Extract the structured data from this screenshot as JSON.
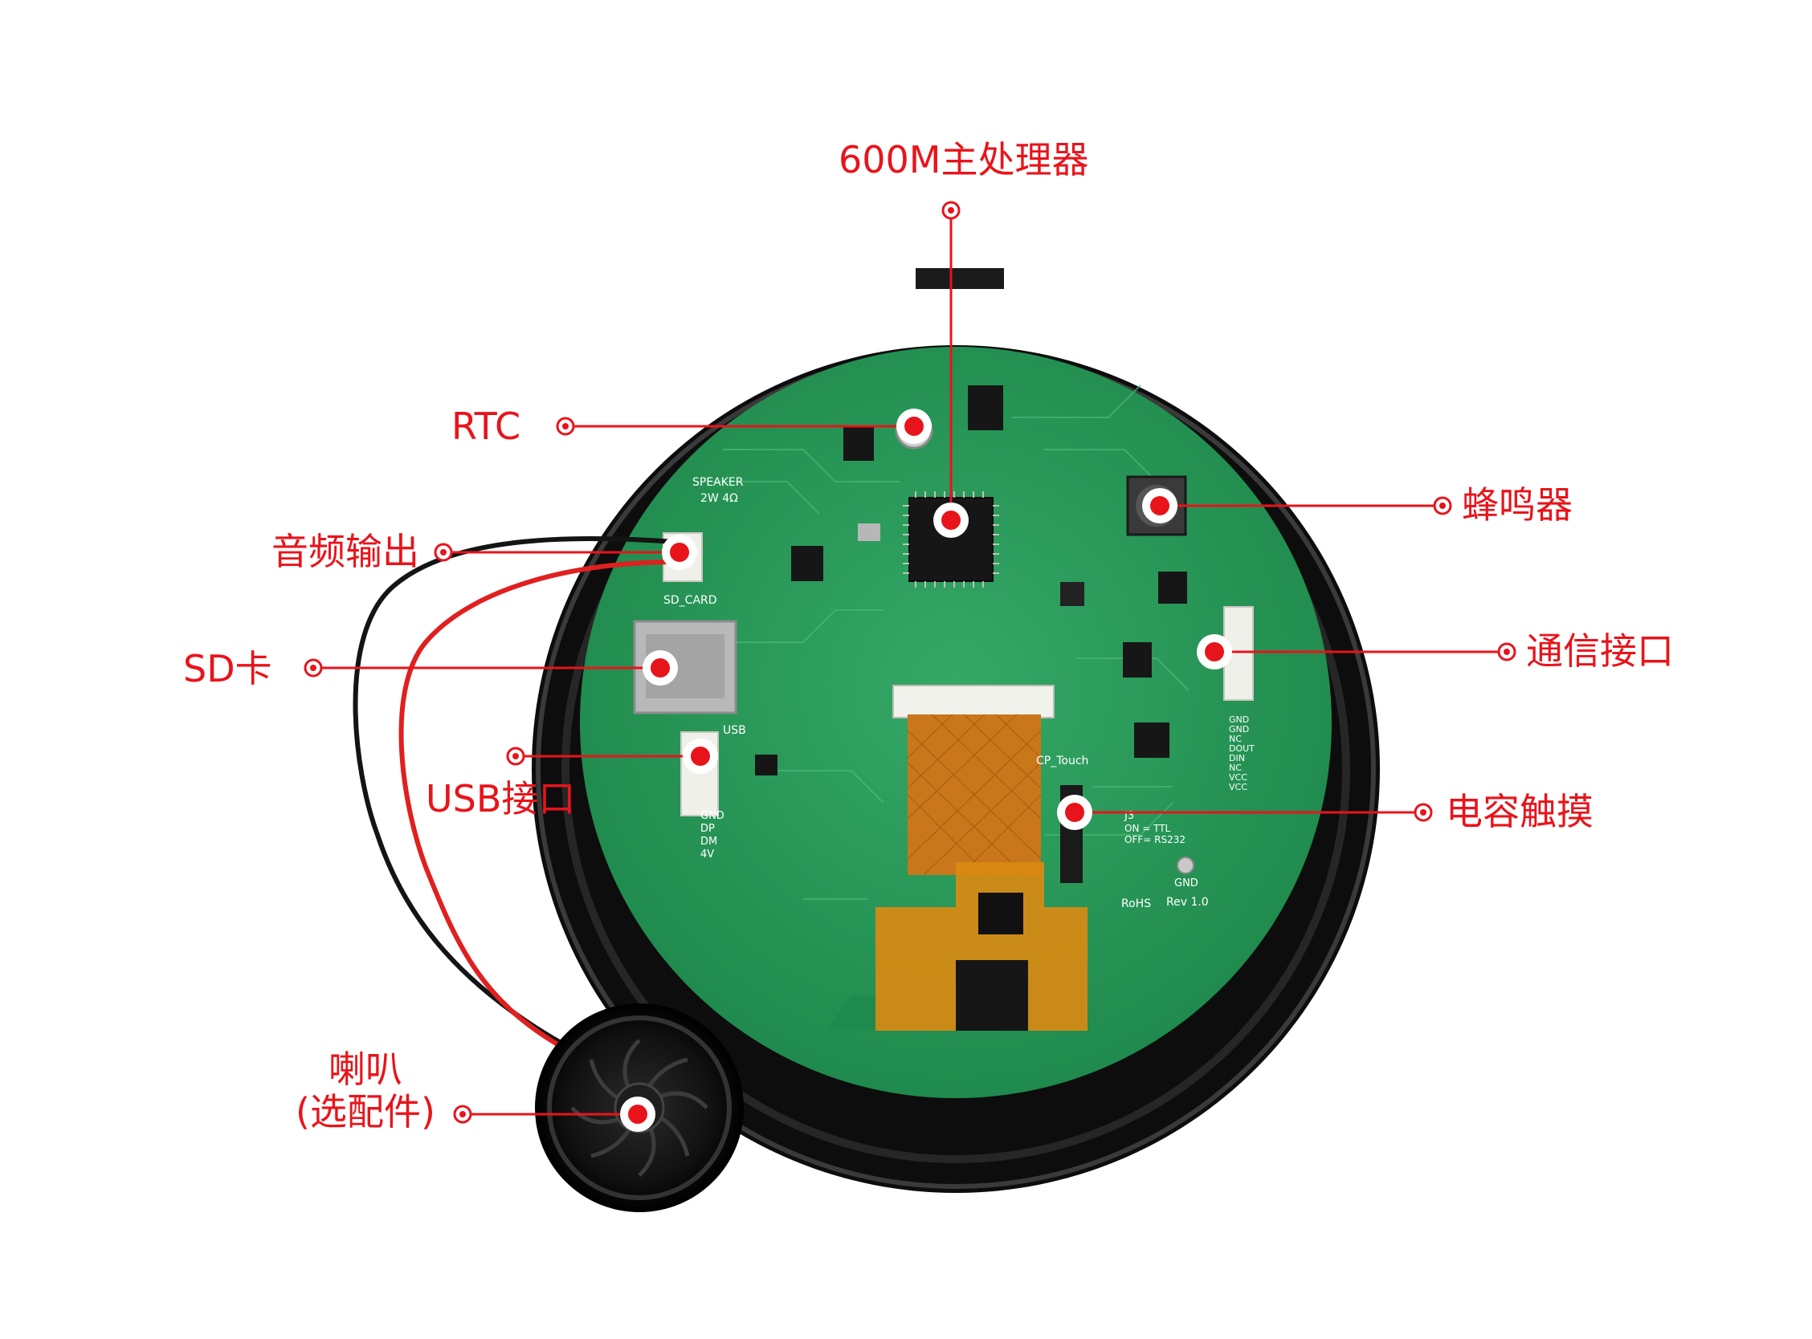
{
  "colors": {
    "accent": "#e8141b",
    "pcb": "#2a9a5a",
    "bezel": "#111111",
    "flex": "#d98a12"
  },
  "callouts": [
    {
      "id": "cpu",
      "label": "600M主处理器"
    },
    {
      "id": "rtc",
      "label": "RTC"
    },
    {
      "id": "buzzer",
      "label": "蜂鸣器"
    },
    {
      "id": "audio",
      "label": "音频输出"
    },
    {
      "id": "sd",
      "label": "SD卡"
    },
    {
      "id": "comm",
      "label": "通信接口"
    },
    {
      "id": "usb",
      "label": "USB接口"
    },
    {
      "id": "touch",
      "label": "电容触摸"
    },
    {
      "id": "speaker",
      "label_line1": "喇叭",
      "label_line2": "(选配件)"
    }
  ],
  "board": {
    "silk_speaker": "SPEAKER",
    "silk_speaker_spec": "2W 4Ω",
    "silk_sdcard": "SD_CARD",
    "silk_usb": "USB",
    "usb_pins": [
      "GND",
      "DP",
      "DM",
      "4V"
    ],
    "silk_touch": "CP_Touch",
    "silk_j3": "J3",
    "silk_on": "ON = TTL",
    "silk_off": "OFF= RS232",
    "silk_gnd": "GND",
    "silk_rohs": "RoHS",
    "silk_rev": "Rev 1.0",
    "comm_pins": [
      "GND",
      "GND",
      "NC",
      "DOUT",
      "DIN",
      "NC",
      "VCC",
      "VCC"
    ]
  }
}
